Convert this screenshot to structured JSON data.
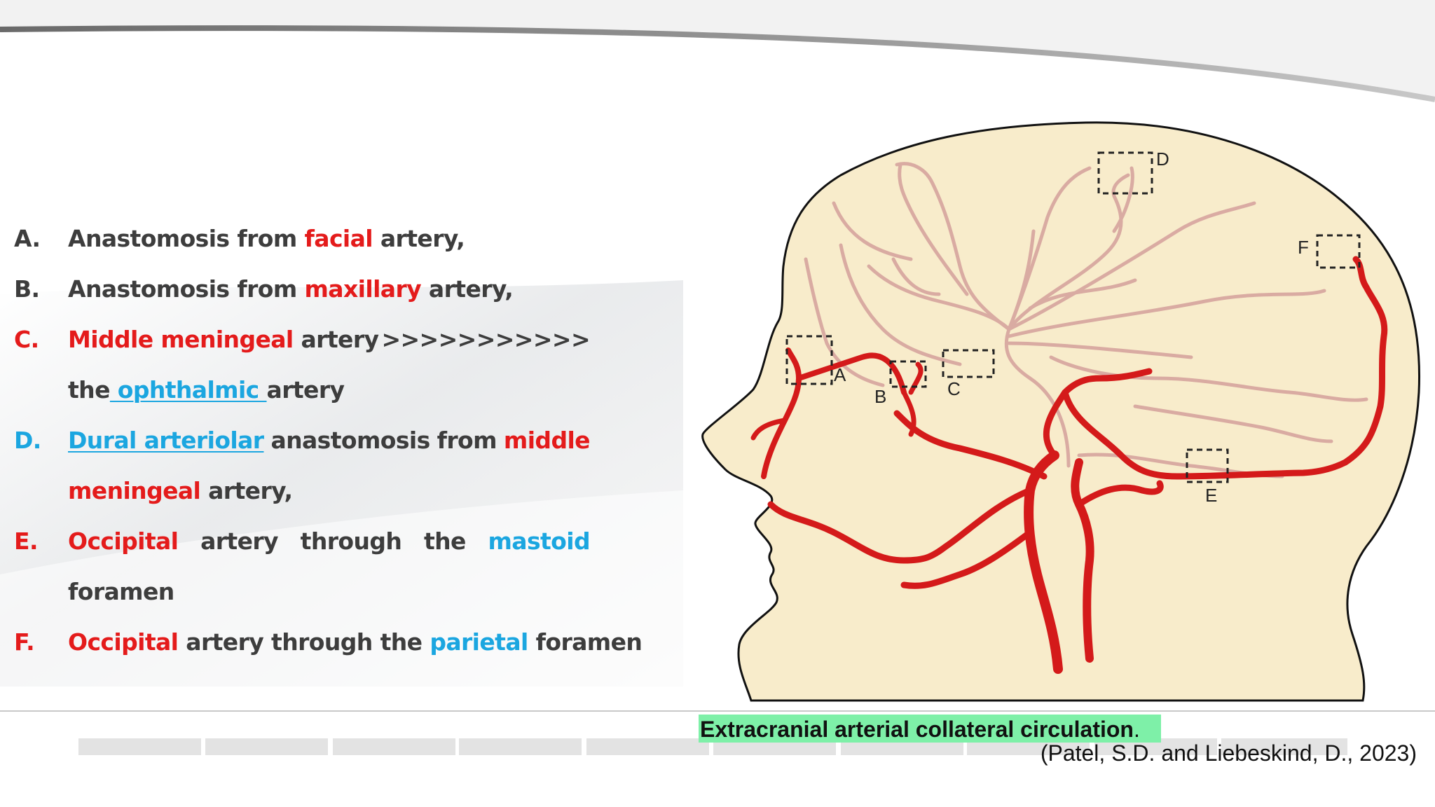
{
  "items": [
    {
      "letter": "A.",
      "pre": "Anastomosis from ",
      "hl": "facial",
      "post": " artery,"
    },
    {
      "letter": "B.",
      "pre": "Anastomosis from ",
      "hl": "maxillary",
      "post": " artery,"
    },
    {
      "letter": "C.",
      "hl": "Middle meningeal",
      "post": " artery",
      "arrows": ">>>>>>>>>>>"
    },
    {
      "pre": "the",
      "hl": " ophthalmic ",
      "post": "artery"
    },
    {
      "letter": "D.",
      "hl": "Dural arteriolar ",
      "w1": "anastomosis",
      "w2": "from",
      "w3": "middle"
    },
    {
      "hl": "meningeal",
      "post": " artery,"
    },
    {
      "letter": "E.",
      "w1": "Occipital",
      "w2": "artery",
      "w3": "through",
      "w4": "the",
      "w5": "mastoid"
    },
    {
      "post": "foramen"
    },
    {
      "letter": "F.",
      "w1": "Occipital",
      "w2": " artery through the ",
      "w3": "parietal",
      "w4": " foramen"
    }
  ],
  "diagram": {
    "labels": [
      "A",
      "B",
      "C",
      "D",
      "E",
      "F"
    ]
  },
  "colors": {
    "artery": "#d41a1a",
    "vessel_pale": "#d8a8a0",
    "skin": "#f8eccb",
    "highlight": "#7ef0a8",
    "red_text": "#e41b1b",
    "blue_text": "#1ba6e0"
  },
  "caption": {
    "title": "Extracranial arterial collateral circulation",
    "period": ".",
    "citation": "(Patel, S.D. and Liebeskind, D., 2023)"
  }
}
